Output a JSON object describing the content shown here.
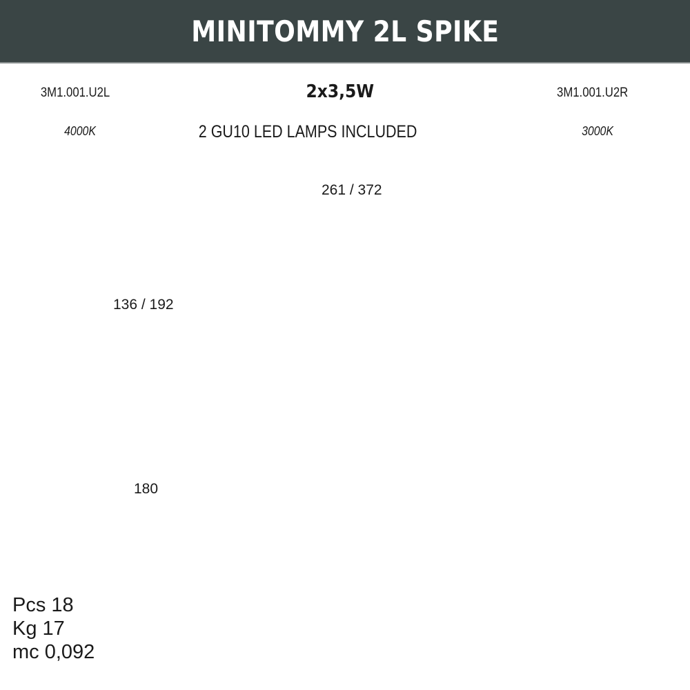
{
  "header": {
    "title": "MINITOMMY 2L SPIKE",
    "background": "#3a4545"
  },
  "specs": {
    "left_code": "3M1.001.U2L",
    "power": "2x3,5W",
    "right_code": "3M1.001.U2R",
    "left_temp": "4000K",
    "lamps": "2 GU10 LED LAMPS INCLUDED",
    "right_temp": "3000K"
  },
  "dimensions": {
    "width": "261 / 372",
    "height_head": "136 / 192",
    "height_spike": "180"
  },
  "packaging": {
    "pcs": "Pcs 18",
    "kg": "Kg 17",
    "mc": "mc 0,092"
  }
}
